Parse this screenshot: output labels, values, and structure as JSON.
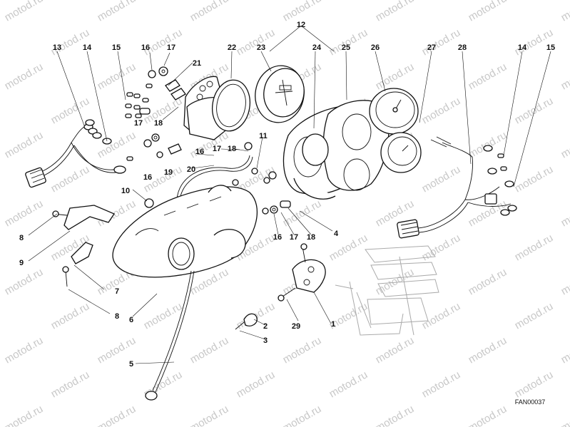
{
  "watermark": {
    "text": "motod.ru",
    "color": "#c8c8c8"
  },
  "reference_code": "FAN00037",
  "callouts": [
    {
      "id": "c12",
      "label": "12"
    },
    {
      "id": "c13",
      "label": "13"
    },
    {
      "id": "c14a",
      "label": "14"
    },
    {
      "id": "c15a",
      "label": "15"
    },
    {
      "id": "c16a",
      "label": "16"
    },
    {
      "id": "c17a",
      "label": "17"
    },
    {
      "id": "c22",
      "label": "22"
    },
    {
      "id": "c23",
      "label": "23"
    },
    {
      "id": "c24",
      "label": "24"
    },
    {
      "id": "c25",
      "label": "25"
    },
    {
      "id": "c26",
      "label": "26"
    },
    {
      "id": "c27",
      "label": "27"
    },
    {
      "id": "c28",
      "label": "28"
    },
    {
      "id": "c14b",
      "label": "14"
    },
    {
      "id": "c15b",
      "label": "15"
    },
    {
      "id": "c21",
      "label": "21"
    },
    {
      "id": "c17b",
      "label": "17"
    },
    {
      "id": "c18a",
      "label": "18"
    },
    {
      "id": "c16b",
      "label": "16"
    },
    {
      "id": "c19",
      "label": "19"
    },
    {
      "id": "c16c",
      "label": "16"
    },
    {
      "id": "c17c",
      "label": "17"
    },
    {
      "id": "c18b",
      "label": "18"
    },
    {
      "id": "c11",
      "label": "11"
    },
    {
      "id": "c20",
      "label": "20"
    },
    {
      "id": "c10",
      "label": "10"
    },
    {
      "id": "c8a",
      "label": "8"
    },
    {
      "id": "c9",
      "label": "9"
    },
    {
      "id": "c7",
      "label": "7"
    },
    {
      "id": "c8b",
      "label": "8"
    },
    {
      "id": "c6",
      "label": "6"
    },
    {
      "id": "c16d",
      "label": "16"
    },
    {
      "id": "c17d",
      "label": "17"
    },
    {
      "id": "c18c",
      "label": "18"
    },
    {
      "id": "c4",
      "label": "4"
    },
    {
      "id": "c2",
      "label": "2"
    },
    {
      "id": "c29",
      "label": "29"
    },
    {
      "id": "c1",
      "label": "1"
    },
    {
      "id": "c3",
      "label": "3"
    },
    {
      "id": "c5",
      "label": "5"
    }
  ]
}
